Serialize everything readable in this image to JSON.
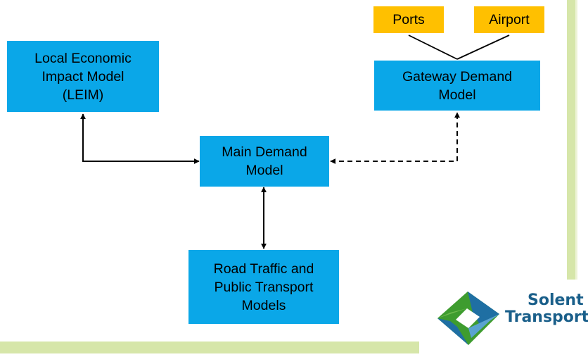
{
  "boxes": {
    "leim": "Local Economic\nImpact Model\n(LEIM)",
    "gateway": "Gateway Demand\nModel",
    "main": "Main Demand\nModel",
    "road": "Road Traffic and\nPublic Transport\nModels"
  },
  "tags": {
    "ports": "Ports",
    "airport": "Airport"
  },
  "logo": {
    "line1": "Solent",
    "line2": "Transport"
  },
  "colors": {
    "model_box": "#0aa7e8",
    "input_box": "#ffc000",
    "border_band": "#d6e6a9",
    "logo_text": "#1a5f8a"
  }
}
